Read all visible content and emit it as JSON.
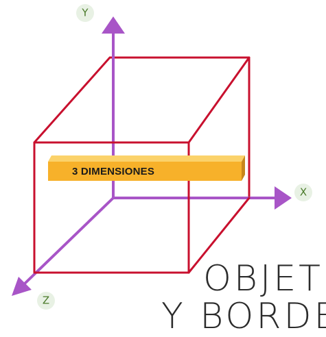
{
  "axes": {
    "y_label": "Y",
    "x_label": "X",
    "z_label": "Z",
    "axis_color": "#a855c7",
    "label_circle_color": "#e8f1e4",
    "label_text_color": "#4a7a2a"
  },
  "cube": {
    "edge_color": "#c8102e"
  },
  "banner": {
    "text": "3 DIMENSIONES",
    "face_color": "#f7b12a",
    "top_color": "#fbd26a",
    "side_color": "#c8861b"
  },
  "headline": {
    "line1": "OBJET",
    "line2": "Y BORDE"
  }
}
